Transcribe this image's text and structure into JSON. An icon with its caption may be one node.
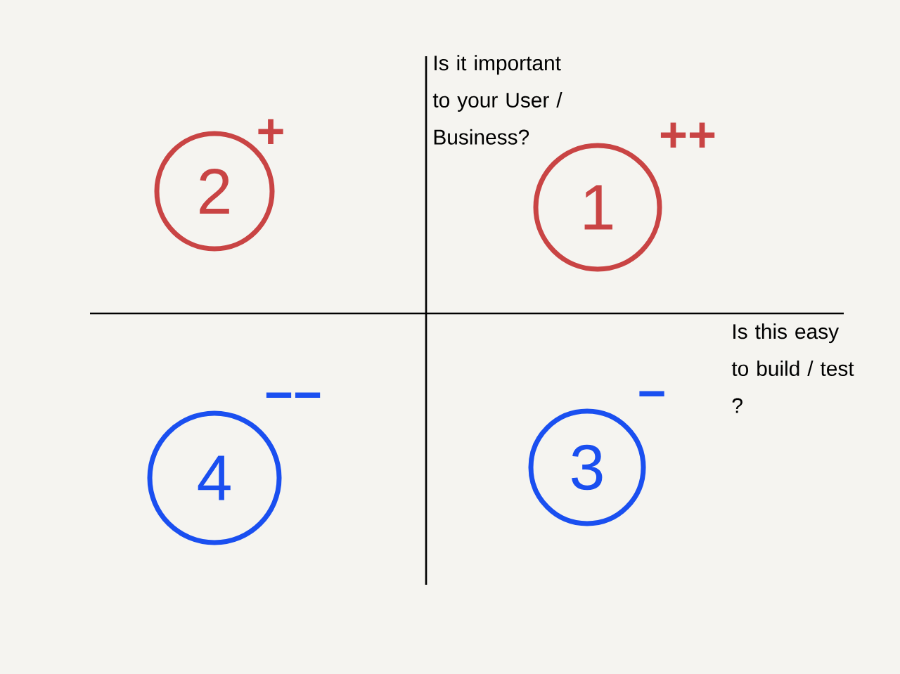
{
  "diagram": {
    "nodes": [
      {
        "text": [
          "2"
        ],
        "beside": [
          "+"
        ]
      },
      {
        "text": [
          "1"
        ],
        "beside": [
          "++"
        ]
      },
      {
        "text": [
          "4"
        ],
        "beside": [
          "−−"
        ]
      },
      {
        "text": [
          "3"
        ],
        "beside": [
          "−"
        ]
      }
    ],
    "labels": [
      "Is it important to your User / Business?",
      "Is this easy to build / test ?"
    ]
  }
}
